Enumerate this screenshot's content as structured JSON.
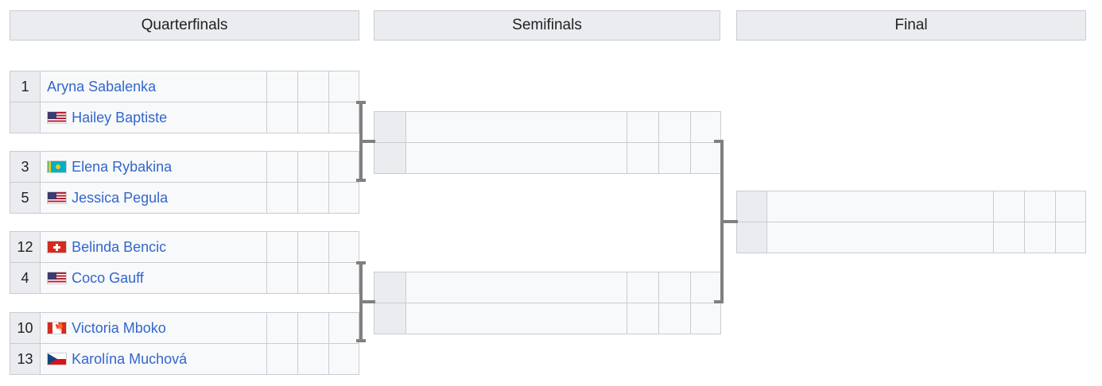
{
  "headers": {
    "quarterfinals": "Quarterfinals",
    "semifinals": "Semifinals",
    "final": "Final"
  },
  "colors": {
    "link": "#3366cc",
    "header_bg": "#eaecf0",
    "header_border": "#c8ccd1",
    "cell_bg": "#f8f9fa",
    "seed_bg": "#eaecf0",
    "connector": "#808080",
    "table_border": "#a2a9b1"
  },
  "quarterfinals": [
    {
      "players": [
        {
          "seed": "1",
          "flag": "none",
          "flag_name": "no-flag",
          "name": "Aryna Sabalenka",
          "scores": [
            "",
            "",
            ""
          ]
        },
        {
          "seed": "",
          "flag": "usa",
          "flag_name": "flag-united-states",
          "name": "Hailey Baptiste",
          "scores": [
            "",
            "",
            ""
          ]
        }
      ]
    },
    {
      "players": [
        {
          "seed": "3",
          "flag": "kaz",
          "flag_name": "flag-kazakhstan",
          "name": "Elena Rybakina",
          "scores": [
            "",
            "",
            ""
          ]
        },
        {
          "seed": "5",
          "flag": "usa",
          "flag_name": "flag-united-states",
          "name": "Jessica Pegula",
          "scores": [
            "",
            "",
            ""
          ]
        }
      ]
    },
    {
      "players": [
        {
          "seed": "12",
          "flag": "sui",
          "flag_name": "flag-switzerland",
          "name": "Belinda Bencic",
          "scores": [
            "",
            "",
            ""
          ]
        },
        {
          "seed": "4",
          "flag": "usa",
          "flag_name": "flag-united-states",
          "name": "Coco Gauff",
          "scores": [
            "",
            "",
            ""
          ]
        }
      ]
    },
    {
      "players": [
        {
          "seed": "10",
          "flag": "can",
          "flag_name": "flag-canada",
          "name": "Victoria Mboko",
          "scores": [
            "",
            "",
            ""
          ]
        },
        {
          "seed": "13",
          "flag": "cze",
          "flag_name": "flag-czech-republic",
          "name": "Karolína Muchová",
          "scores": [
            "",
            "",
            ""
          ]
        }
      ]
    }
  ],
  "semifinals": [
    {
      "players": [
        {
          "seed": "",
          "flag": "none",
          "flag_name": "no-flag",
          "name": "",
          "scores": [
            "",
            "",
            ""
          ]
        },
        {
          "seed": "",
          "flag": "none",
          "flag_name": "no-flag",
          "name": "",
          "scores": [
            "",
            "",
            ""
          ]
        }
      ]
    },
    {
      "players": [
        {
          "seed": "",
          "flag": "none",
          "flag_name": "no-flag",
          "name": "",
          "scores": [
            "",
            "",
            ""
          ]
        },
        {
          "seed": "",
          "flag": "none",
          "flag_name": "no-flag",
          "name": "",
          "scores": [
            "",
            "",
            ""
          ]
        }
      ]
    }
  ],
  "final": [
    {
      "players": [
        {
          "seed": "",
          "flag": "none",
          "flag_name": "no-flag",
          "name": "",
          "scores": [
            "",
            "",
            ""
          ]
        },
        {
          "seed": "",
          "flag": "none",
          "flag_name": "no-flag",
          "name": "",
          "scores": [
            "",
            "",
            ""
          ]
        }
      ]
    }
  ]
}
